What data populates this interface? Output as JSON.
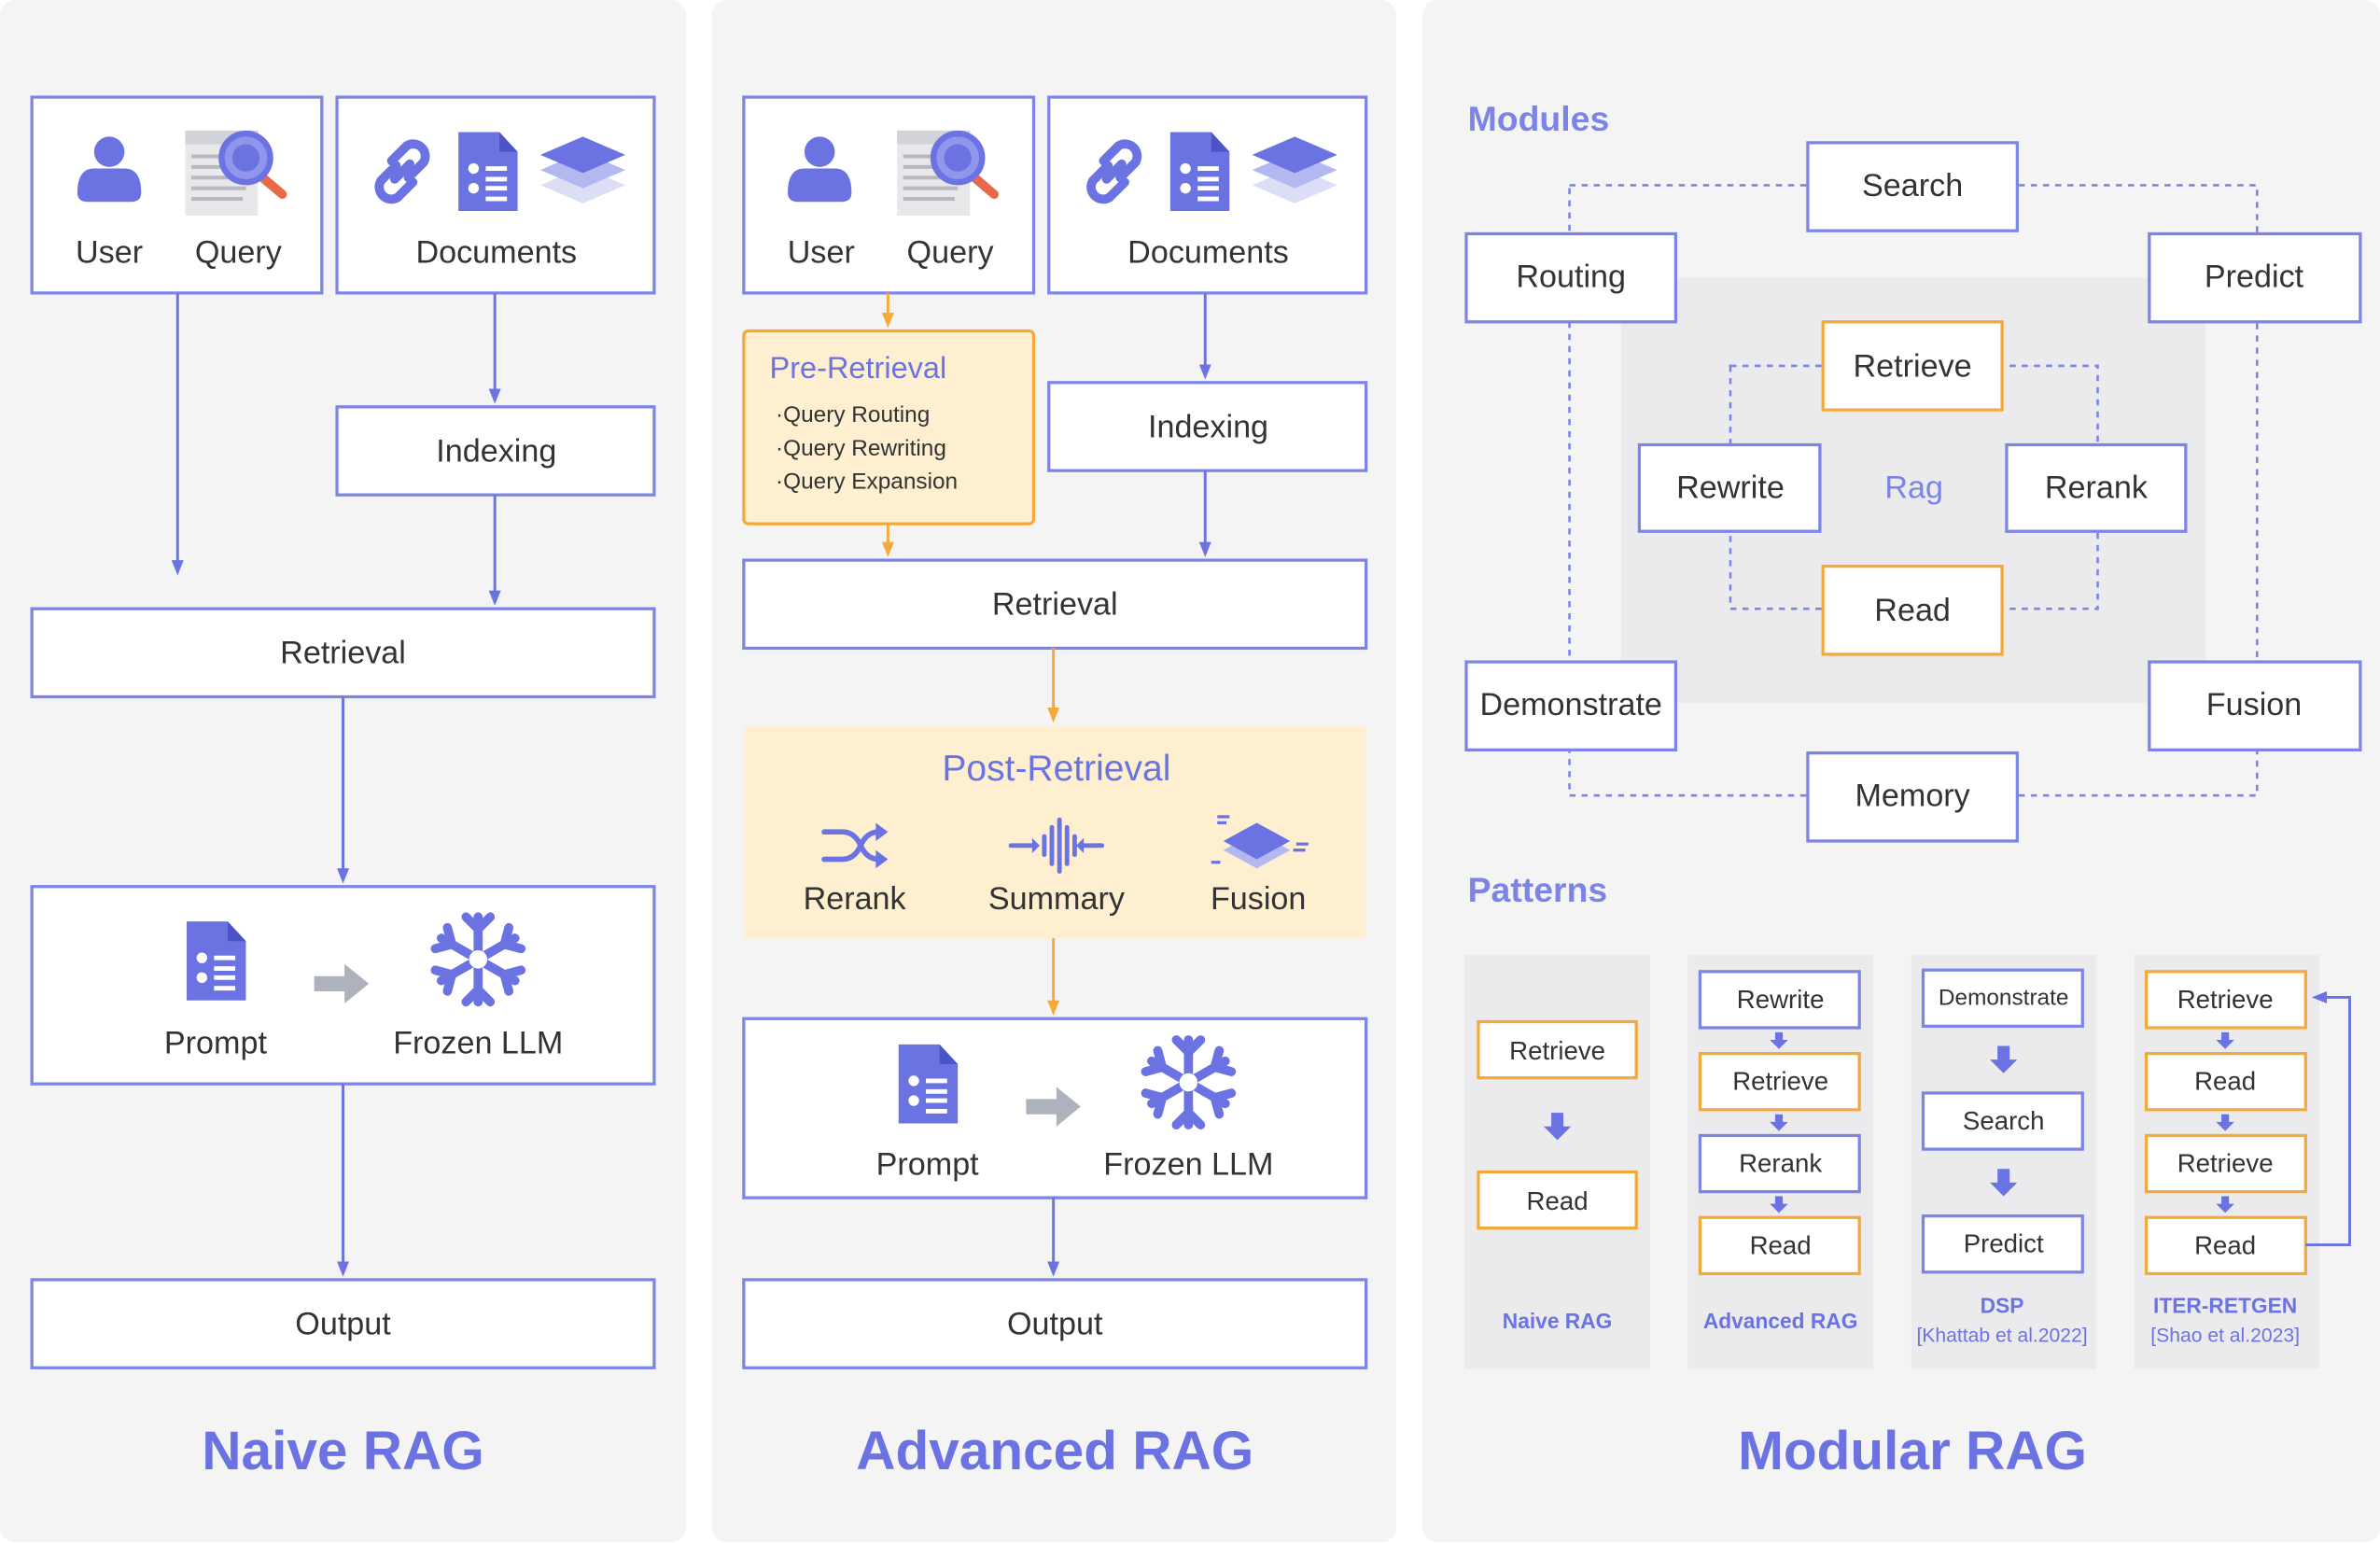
{
  "colors": {
    "blue": "#6b73e3",
    "orange": "#f5a93a",
    "panel": "#f4f4f5",
    "box_border": "#7c84e6",
    "orange_fill": "#fdefd0"
  },
  "naive": {
    "title": "Naive RAG",
    "user": "User",
    "query": "Query",
    "documents": "Documents",
    "indexing": "Indexing",
    "retrieval": "Retrieval",
    "prompt": "Prompt",
    "frozen_llm": "Frozen LLM",
    "output": "Output"
  },
  "advanced": {
    "title": "Advanced RAG",
    "user": "User",
    "query": "Query",
    "documents": "Documents",
    "pre_retrieval": "Pre-Retrieval",
    "pre_items": [
      "·Query Routing",
      "·Query Rewriting",
      "·Query Expansion"
    ],
    "indexing": "Indexing",
    "retrieval": "Retrieval",
    "post_retrieval": "Post-Retrieval",
    "rerank": "Rerank",
    "summary": "Summary",
    "fusion": "Fusion",
    "prompt": "Prompt",
    "frozen_llm": "Frozen LLM",
    "output": "Output"
  },
  "modular": {
    "title": "Modular RAG",
    "modules_heading": "Modules",
    "outer": {
      "search": "Search",
      "routing": "Routing",
      "predict": "Predict",
      "demonstrate": "Demonstrate",
      "fusion": "Fusion",
      "memory": "Memory"
    },
    "inner": {
      "retrieve": "Retrieve",
      "rewrite": "Rewrite",
      "rerank": "Rerank",
      "read": "Read",
      "center": "Rag"
    },
    "patterns_heading": "Patterns",
    "patterns": [
      {
        "steps": [
          "Retrieve",
          "Read"
        ],
        "label": "Naive RAG",
        "cite": ""
      },
      {
        "steps": [
          "Rewrite",
          "Retrieve",
          "Rerank",
          "Read"
        ],
        "label": "Advanced RAG",
        "cite": ""
      },
      {
        "steps": [
          "Demonstrate",
          "Search",
          "Predict"
        ],
        "label": "DSP",
        "cite": "[Khattab et al.2022]"
      },
      {
        "steps": [
          "Retrieve",
          "Read",
          "Retrieve",
          "Read"
        ],
        "label": "ITER-RETGEN",
        "cite": "[Shao et al.2023]"
      }
    ]
  }
}
